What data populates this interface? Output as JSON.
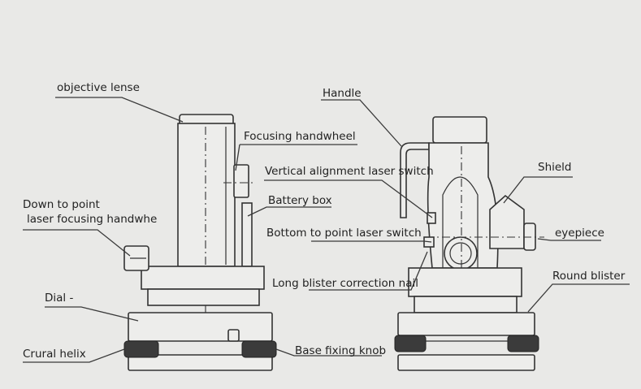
{
  "labels": {
    "objective_lense": "objective lense",
    "focusing_handwheel": "Focusing handwheel",
    "down_to_point_1": "Down to point",
    "down_to_point_2": "laser focusing handwhe",
    "battery_box": "Battery box",
    "dial": "Dial -",
    "crural_helix": "Crural helix",
    "base_fixing_knob": "Base fixing knob",
    "handle": "Handle",
    "vertical_alignment": "Vertical alignment laser switch",
    "shield": "Shield",
    "eyepiece": "eyepiece",
    "bottom_to_point": "Bottom to point laser switch",
    "long_blister": "Long blister correction nail",
    "round_blister": "Round blister"
  },
  "colors": {
    "background": "#e9e9e7",
    "line": "#333333",
    "knob": "#3b3b3b"
  }
}
